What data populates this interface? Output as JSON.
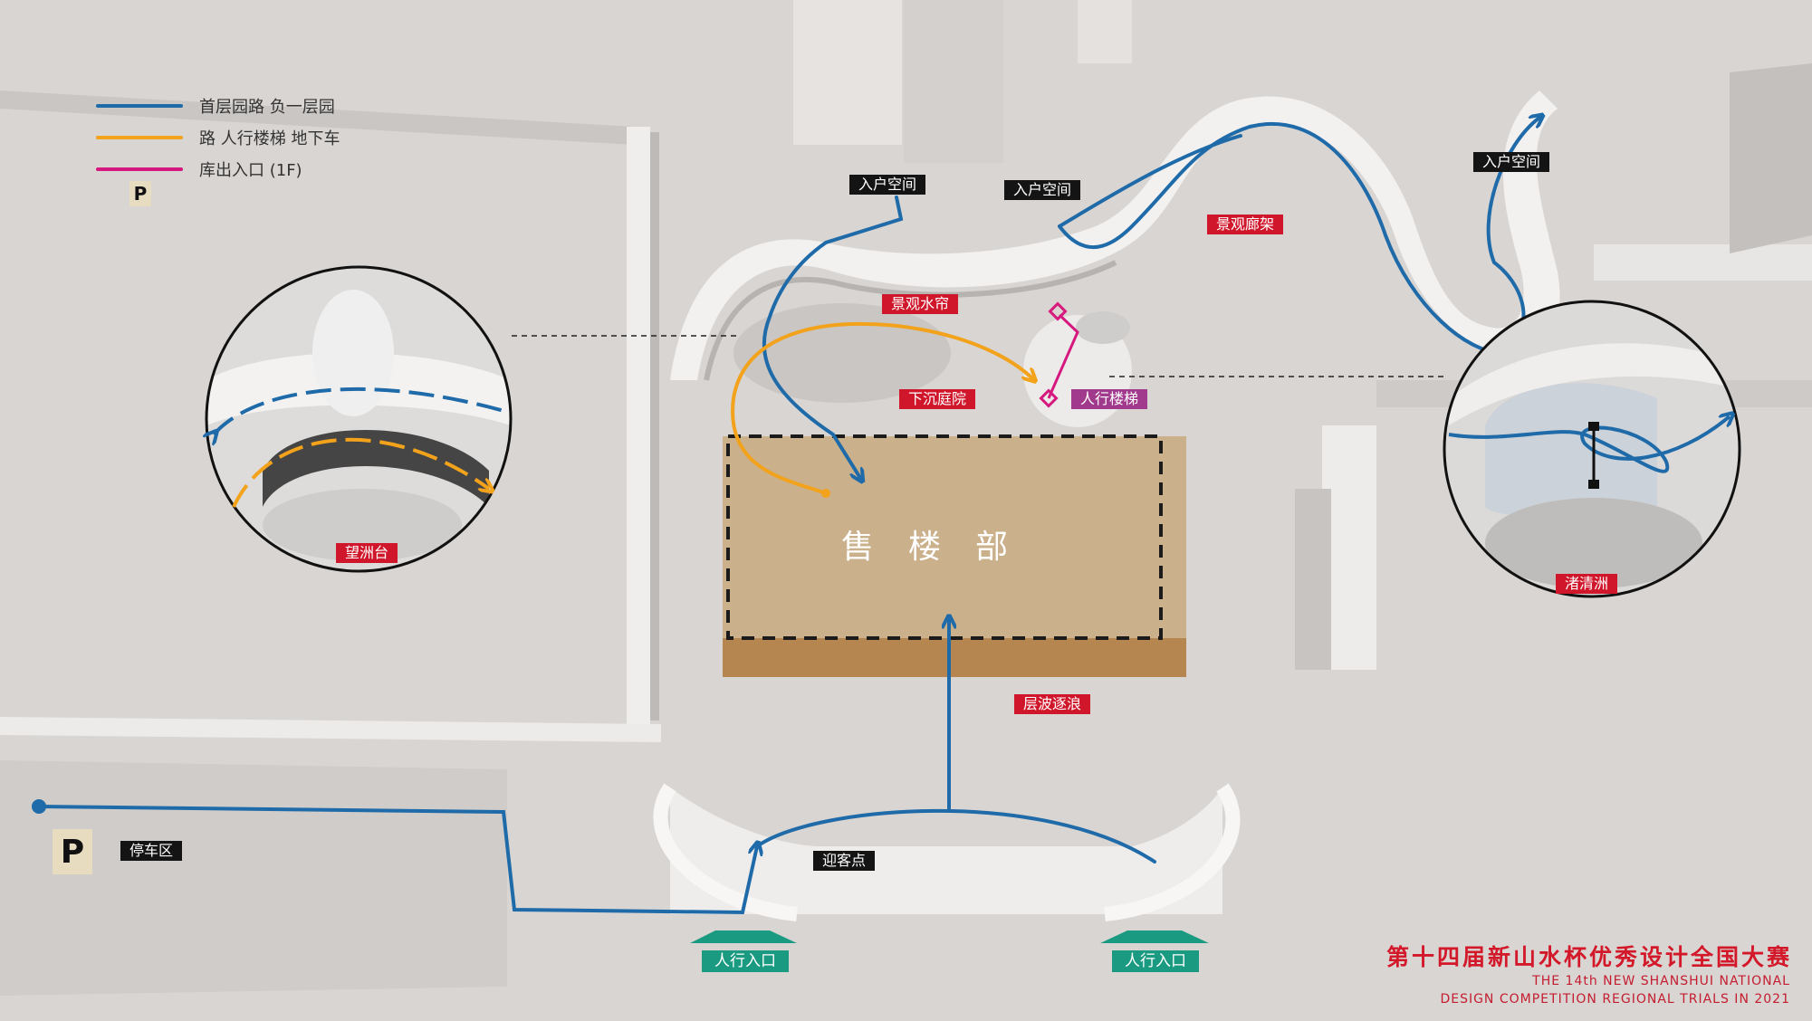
{
  "legend": {
    "line_blue_text": "首层园路 负一层园",
    "line_orange_text": "路 人行楼梯 地下车",
    "line_magenta_text": "库出入口 (1F)",
    "parking_symbol": "P",
    "colors": {
      "blue": "#1f6aa8",
      "orange": "#f2a21b",
      "magenta": "#d6197e"
    }
  },
  "labels": {
    "entry_space_left": "入户空间",
    "entry_space_mid": "入户空间",
    "entry_space_right": "入户空间",
    "landscape_gallery": "景观廊架",
    "water_curtain": "景观水帘",
    "sunken_courtyard": "下沉庭院",
    "pedestrian_stairs": "人行楼梯",
    "wangzhou_platform": "望洲台",
    "zhuqing_islet": "渚清洲",
    "sales_office": "售楼部",
    "layered_waves": "层波逐浪",
    "parking_area": "停车区",
    "welcome_point": "迎客点",
    "pedestrian_entrance_left": "人行入口",
    "pedestrian_entrance_right": "人行入口",
    "parking_symbol": "P"
  },
  "competition": {
    "title": "第十四届新山水杯优秀设计全国大赛",
    "subtitle_line1": "THE 14th NEW SHANSHUI NATIONAL",
    "subtitle_line2": "DESIGN COMPETITION REGIONAL TRIALS IN 2021"
  },
  "colors": {
    "ground": "#d9d5d2",
    "building": "#cab08b",
    "tag_red": "#d0162a",
    "tag_black": "#141414",
    "tag_purple": "#a13a8c",
    "entrance_teal": "#1a9a80"
  }
}
